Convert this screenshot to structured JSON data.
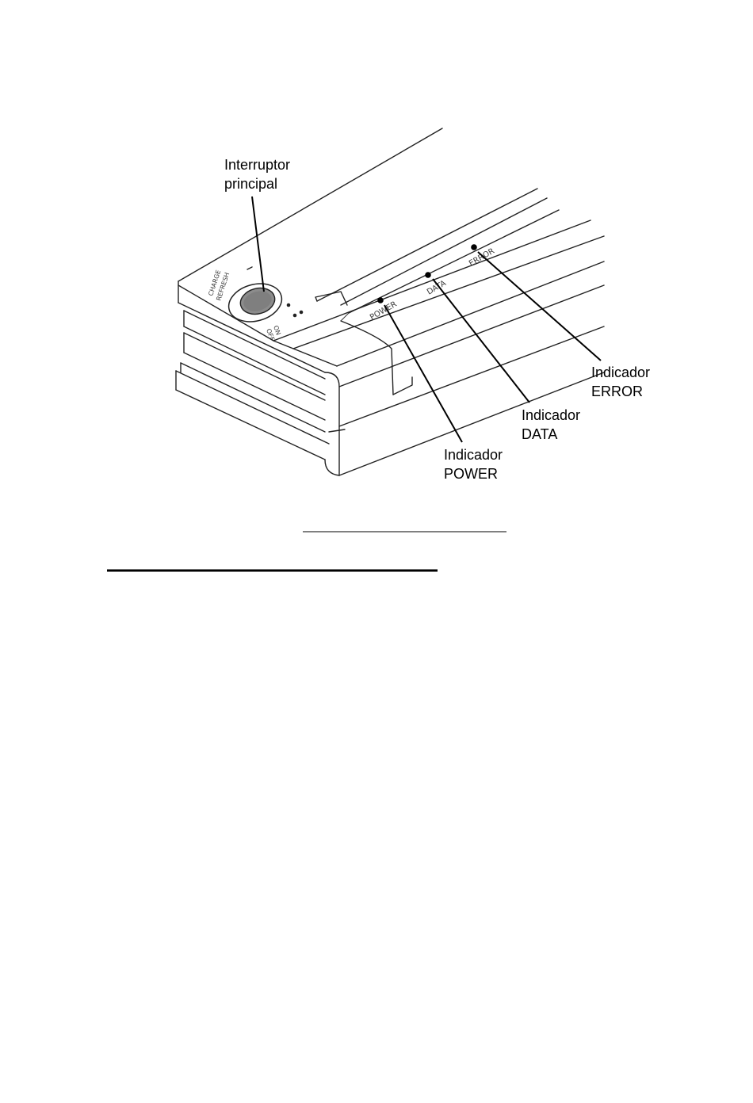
{
  "callouts": {
    "main_switch": {
      "line1": "Interruptor",
      "line2": "principal"
    },
    "power_indicator": {
      "line1": "Indicador",
      "line2": "POWER"
    },
    "data_indicator": {
      "line1": "Indicador",
      "line2": "DATA"
    },
    "error_indicator": {
      "line1": "Indicador",
      "line2": "ERROR"
    }
  },
  "device_labels": {
    "charge": "CHARGE",
    "refresh": "REFRESH",
    "on": "ON",
    "off": "OFF",
    "power": "POWER",
    "data": "DATA",
    "error": "ERROR"
  }
}
